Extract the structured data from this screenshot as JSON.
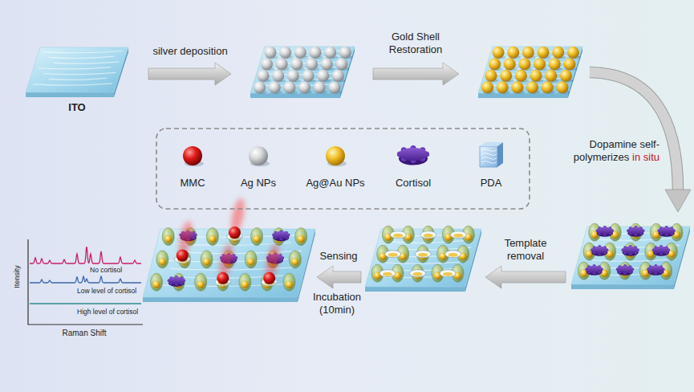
{
  "diagram": {
    "nodes": [
      {
        "text": [
          "ITO"
        ]
      }
    ],
    "labels": [
      "silver deposition",
      "Gold Shell Restoration",
      "Dopamine self- polymerizes",
      "in situ",
      "Template removal",
      "Sensing",
      "Incubation (10min)",
      "Itensity",
      "Raman Shift",
      "No cortisol",
      "Low level of cortisol",
      "High level of cortisol"
    ],
    "legend": [
      {
        "text": "MMC"
      },
      {
        "text": "Ag NPs"
      },
      {
        "text": "Ag@Au NPs"
      },
      {
        "text": "Cortisol"
      },
      {
        "text": "PDA"
      }
    ]
  }
}
